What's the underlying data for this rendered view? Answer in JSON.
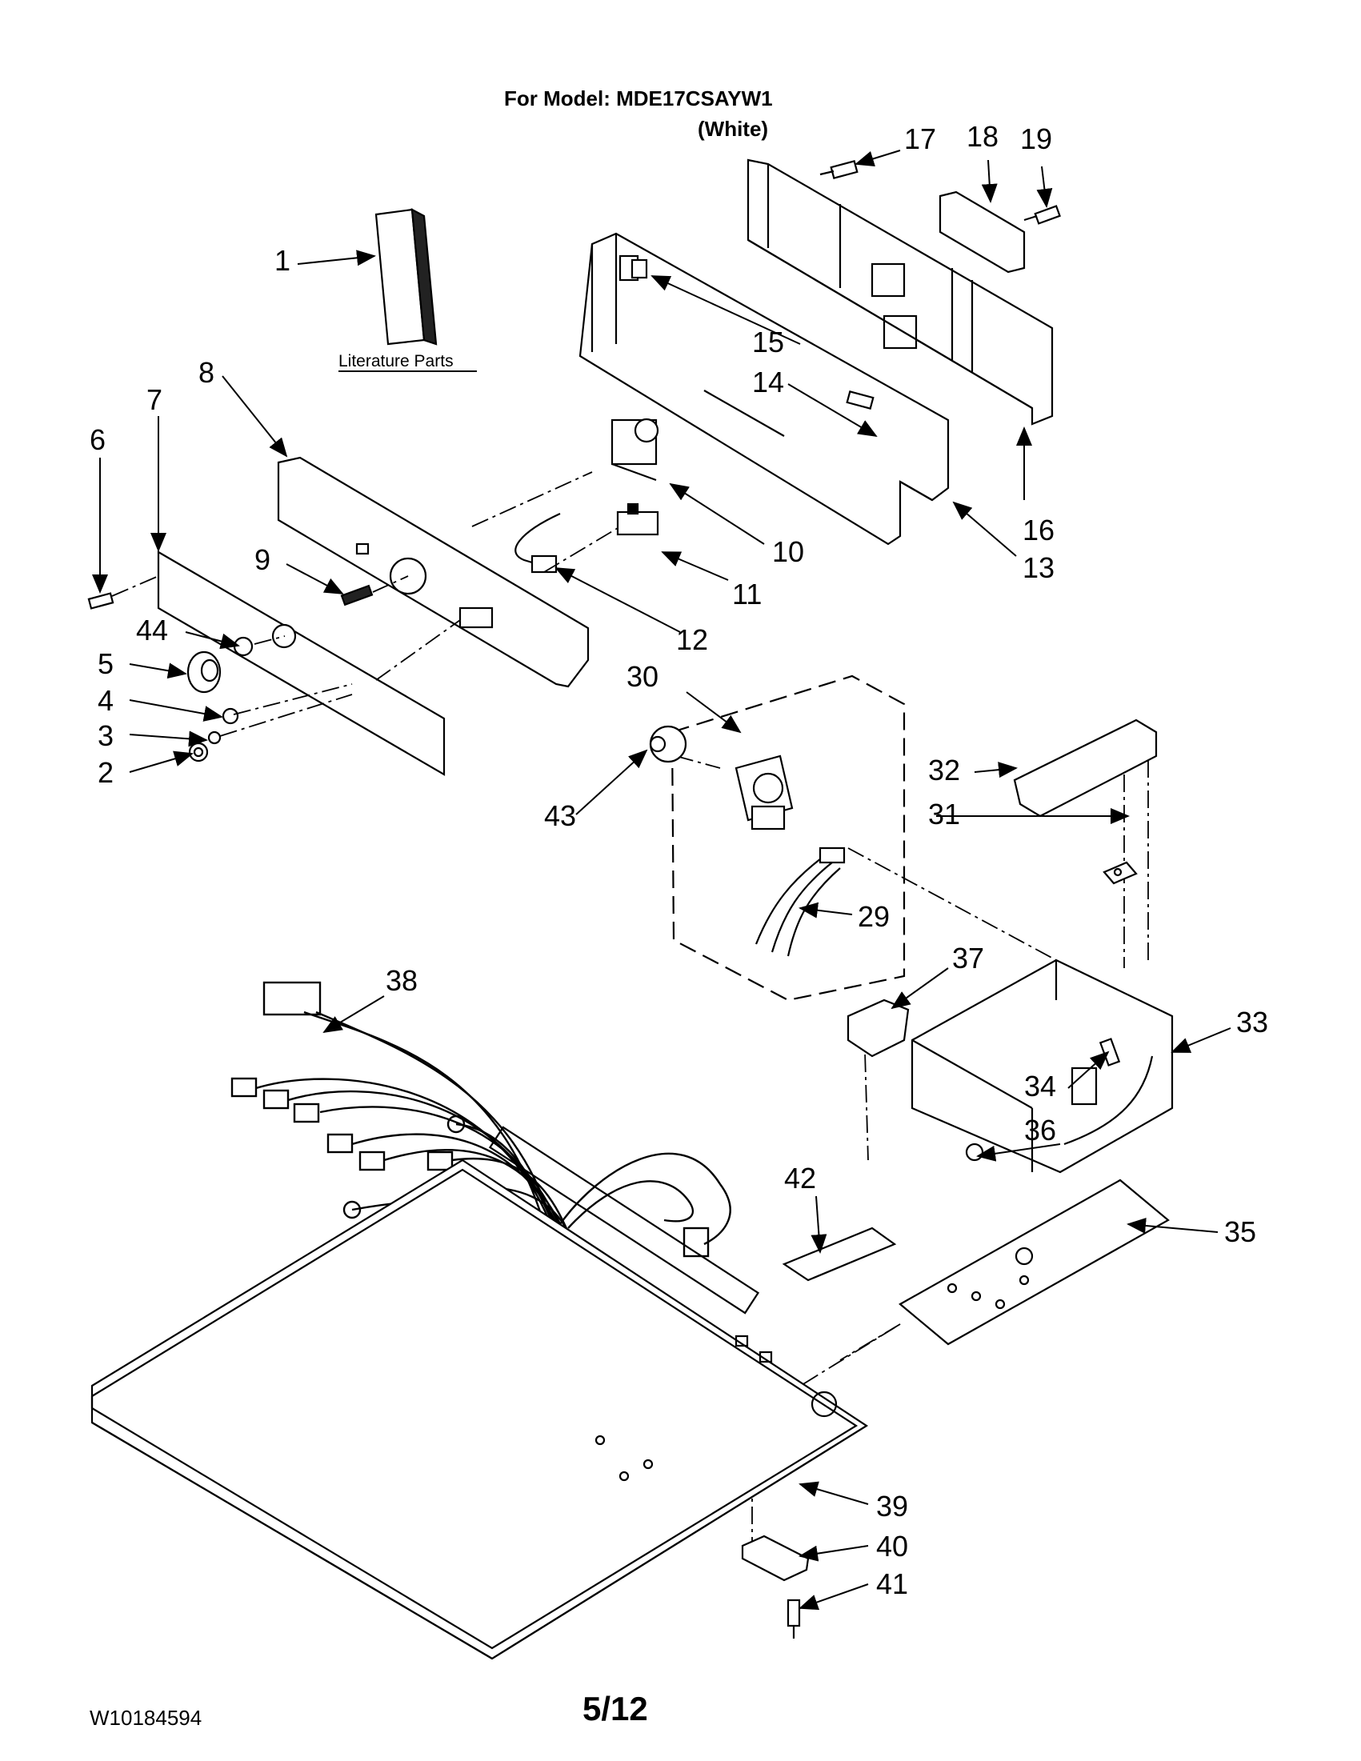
{
  "header": {
    "title": "For Model: MDE17CSAYW1",
    "subtitle": "(White)"
  },
  "literature_label": "Literature Parts",
  "callouts": [
    "1",
    "2",
    "3",
    "4",
    "5",
    "6",
    "7",
    "8",
    "9",
    "10",
    "11",
    "12",
    "13",
    "14",
    "15",
    "16",
    "17",
    "18",
    "19",
    "29",
    "30",
    "31",
    "32",
    "33",
    "34",
    "35",
    "36",
    "37",
    "38",
    "39",
    "40",
    "41",
    "42",
    "43",
    "44"
  ],
  "footer": {
    "doc_number": "W10184594",
    "page": "5/12"
  }
}
